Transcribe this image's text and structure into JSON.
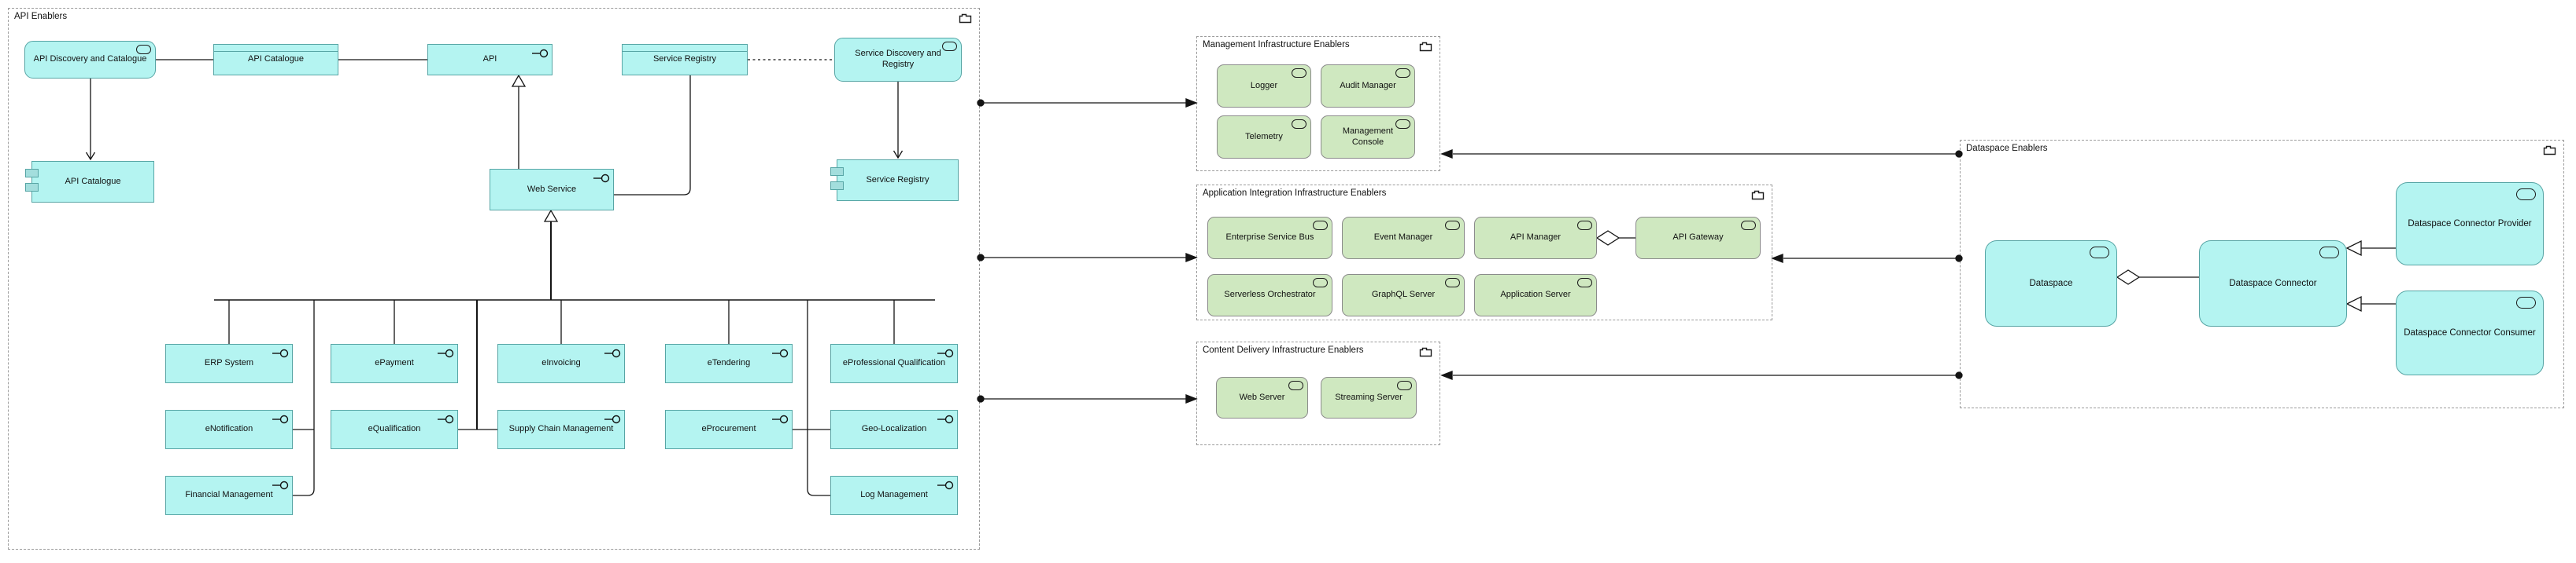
{
  "groups": {
    "api": {
      "title": "API Enablers"
    },
    "mgmt": {
      "title": "Management Infrastructure Enablers"
    },
    "appint": {
      "title": "Application Integration Infrastructure Enablers"
    },
    "content": {
      "title": "Content Delivery Infrastructure Enablers"
    },
    "dataspace": {
      "title": "Dataspace Enablers"
    }
  },
  "nodes": {
    "api_discovery": {
      "label": "API Discovery and Catalogue",
      "type": "application-service"
    },
    "api_catalogue_object": {
      "label": "API Catalogue",
      "type": "data-object"
    },
    "api": {
      "label": "API",
      "type": "application-component"
    },
    "service_registry_object": {
      "label": "Service Registry",
      "type": "data-object"
    },
    "service_discovery": {
      "label": "Service Discovery and Registry",
      "type": "application-service"
    },
    "api_catalogue_component": {
      "label": "API Catalogue",
      "type": "uml-component"
    },
    "web_service": {
      "label": "Web Service",
      "type": "application-component"
    },
    "service_registry_component": {
      "label": "Service Registry",
      "type": "uml-component"
    },
    "erp_system": {
      "label": "ERP System",
      "type": "application-component"
    },
    "epayment": {
      "label": "ePayment",
      "type": "application-component"
    },
    "einvoicing": {
      "label": "eInvoicing",
      "type": "application-component"
    },
    "etendering": {
      "label": "eTendering",
      "type": "application-component"
    },
    "eprofessional_qualification": {
      "label": "eProfessional Qualification",
      "type": "application-component"
    },
    "enotification": {
      "label": "eNotification",
      "type": "application-component"
    },
    "equalification": {
      "label": "eQualification",
      "type": "application-component"
    },
    "supply_chain_management": {
      "label": "Supply Chain Management",
      "type": "application-component"
    },
    "eprocurement": {
      "label": "eProcurement",
      "type": "application-component"
    },
    "geo_localization": {
      "label": "Geo-Localization",
      "type": "application-component"
    },
    "financial_management": {
      "label": "Financial Management",
      "type": "application-component"
    },
    "log_management": {
      "label": "Log Management",
      "type": "application-component"
    },
    "logger": {
      "label": "Logger",
      "type": "application-service"
    },
    "audit_manager": {
      "label": "Audit Manager",
      "type": "application-service"
    },
    "telemetry": {
      "label": "Telemetry",
      "type": "application-service"
    },
    "management_console": {
      "label": "Management Console",
      "type": "application-service"
    },
    "enterprise_service_bus": {
      "label": "Enterprise Service Bus",
      "type": "application-service"
    },
    "event_manager": {
      "label": "Event Manager",
      "type": "application-service"
    },
    "api_manager": {
      "label": "API Manager",
      "type": "application-service"
    },
    "api_gateway": {
      "label": "API Gateway",
      "type": "application-service"
    },
    "serverless_orchestrator": {
      "label": "Serverless Orchestrator",
      "type": "application-service"
    },
    "graphql_server": {
      "label": "GraphQL Server",
      "type": "application-service"
    },
    "application_server": {
      "label": "Application Server",
      "type": "application-service"
    },
    "web_server": {
      "label": "Web Server",
      "type": "application-service"
    },
    "streaming_server": {
      "label": "Streaming Server",
      "type": "application-service"
    },
    "dataspace": {
      "label": "Dataspace",
      "type": "application-service"
    },
    "dataspace_connector": {
      "label": "Dataspace Connector",
      "type": "application-service"
    },
    "dataspace_connector_provider": {
      "label": "Dataspace Connector Provider",
      "type": "application-service"
    },
    "dataspace_connector_consumer": {
      "label": "Dataspace Connector Consumer",
      "type": "application-service"
    }
  },
  "icons": {
    "application_service": "rounded-rectangle-outline",
    "provided_interface": "lollipop",
    "data_object": "rectangle-with-top-band",
    "uml_component": "two-left-tabs",
    "group_folder": "folder",
    "aggregation": "open-diamond",
    "specialization": "open-triangle",
    "dependency": "open-v-arrow",
    "flow": "filled-arrow",
    "junction": "filled-dot"
  },
  "colors": {
    "cyan_fill": "#b4f4f1",
    "cyan_border": "#57a5a5",
    "green_fill": "#cfe8c0",
    "green_border": "#8b8b8b",
    "group_border": "#9b9b9b",
    "line": "#141414",
    "background": "#ffffff"
  }
}
